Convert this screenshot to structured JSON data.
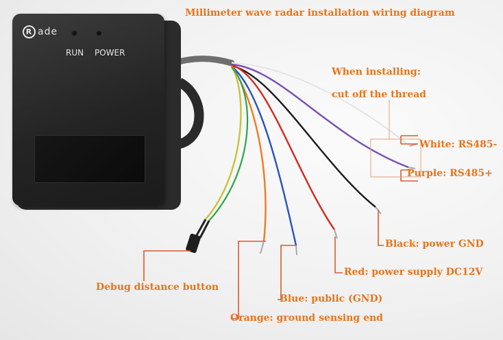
{
  "title": "Millimeter wave radar installation wiring diagram",
  "device": {
    "logo": "ade",
    "logo_mark": "R",
    "led_run": "RUN",
    "led_power": "POWER"
  },
  "note": {
    "line1": "When installing:",
    "line2": "cut off the thread"
  },
  "wires": [
    {
      "key": "white",
      "label": "White: RS485-",
      "color": "#f2f2f2"
    },
    {
      "key": "purple",
      "label": "Purple: RS485+",
      "color": "#7b4fb0"
    },
    {
      "key": "black",
      "label": "Black: power GND",
      "color": "#1a1a1a"
    },
    {
      "key": "red",
      "label": "Red: power supply DC12V",
      "color": "#d8261c"
    },
    {
      "key": "blue",
      "label": "Blue: public (GND)",
      "color": "#2350c8"
    },
    {
      "key": "orange",
      "label": "Orange: ground sensing end",
      "color": "#f07a1e"
    },
    {
      "key": "yellow-green",
      "label": "",
      "color": "#c9c23a"
    },
    {
      "key": "green",
      "label": "",
      "color": "#2fa34a"
    }
  ],
  "button_label": "Debug distance button",
  "accent_color": "#e8741a",
  "callout_color": "#e0572a"
}
